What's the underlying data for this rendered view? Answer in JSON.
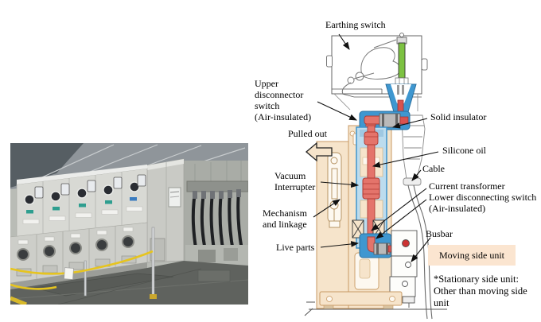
{
  "figure": {
    "photo": {
      "alt": "Row of gray metal-clad switchgear cabinets with round gauges, yellow safety rope, and cable connections in a substation room"
    },
    "diagram": {
      "labels": {
        "earthing_switch": "Earthing switch",
        "upper_disconnector": [
          "Upper",
          "disconnector",
          "switch",
          "(Air-insulated)"
        ],
        "pulled_out": "Pulled out",
        "vacuum_interrupter": [
          "Vacuum",
          "Interrupter"
        ],
        "mechanism_linkage": [
          "Mechanism",
          "and linkage"
        ],
        "live_parts": "Live parts",
        "solid_insulator": "Solid insulator",
        "silicone_oil": "Silicone oil",
        "cable": "Cable",
        "current_transformer": "Current transformer",
        "lower_disconnecting": [
          "Lower disconnecting switch",
          "(Air-insulated)"
        ],
        "busbar": "Busbar",
        "moving_side_unit": "Moving side unit",
        "stationary_note": [
          "*Stationary side",
          "unit: Other than",
          "moving side unit"
        ]
      },
      "colors": {
        "housing_beige": "#f6e4cb",
        "housing_outline": "#c89a64",
        "insulator_blue": "#3f97d0",
        "oil_light_blue": "#bcdcee",
        "conductor_red": "#e4746b",
        "conductor_red_dark": "#b03a32",
        "earthing_rod_green": "#7dc242",
        "highlight_peach": "#fbe5d0",
        "busbar_dot_red": "#cc3333"
      }
    }
  }
}
